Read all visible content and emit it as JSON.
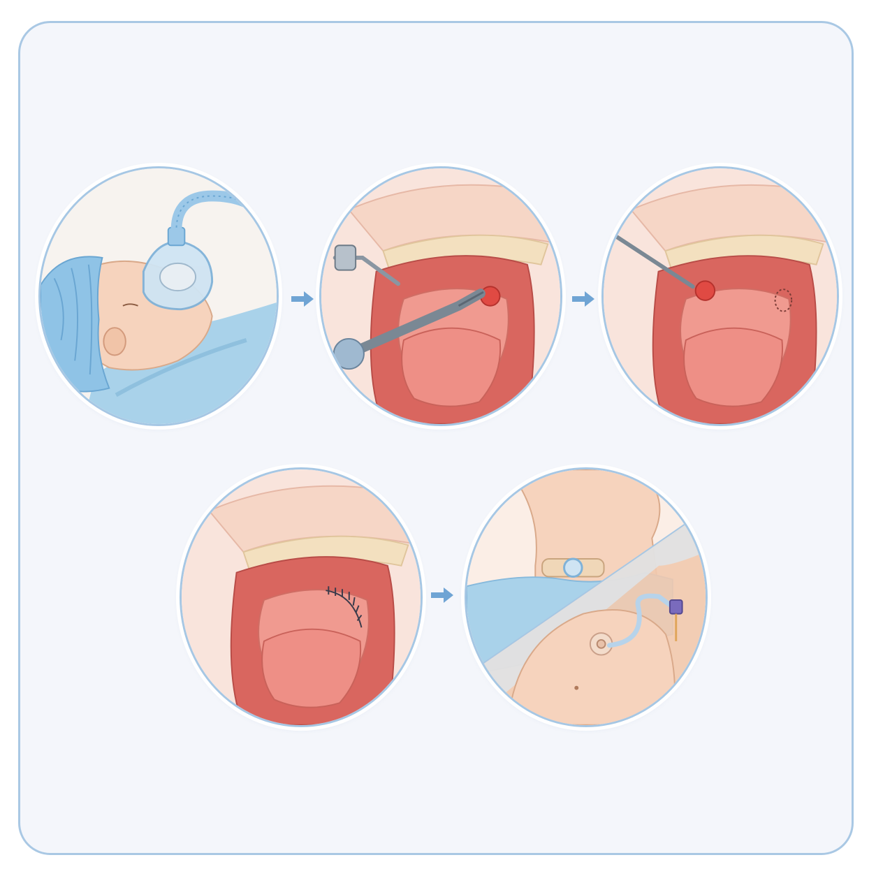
{
  "diagram": {
    "steps": [
      {
        "id": 1,
        "scene": "patient-under-anesthesia-mask"
      },
      {
        "id": 2,
        "scene": "instruments-approaching-lesion"
      },
      {
        "id": 3,
        "scene": "lesion-excision"
      },
      {
        "id": 4,
        "scene": "sutured-repair"
      },
      {
        "id": 5,
        "scene": "tracheostomy-and-feeding-tube"
      }
    ],
    "arrow_count": 4
  },
  "colors": {
    "frame": "#a9c8e4",
    "background": "#f4f6fb",
    "arrow": "#6fa4d4",
    "tissue": "#d9665f",
    "skin": "#f6d3bd",
    "drape": "#a9d2ea"
  },
  "icons": [
    "arrow-right-icon"
  ]
}
